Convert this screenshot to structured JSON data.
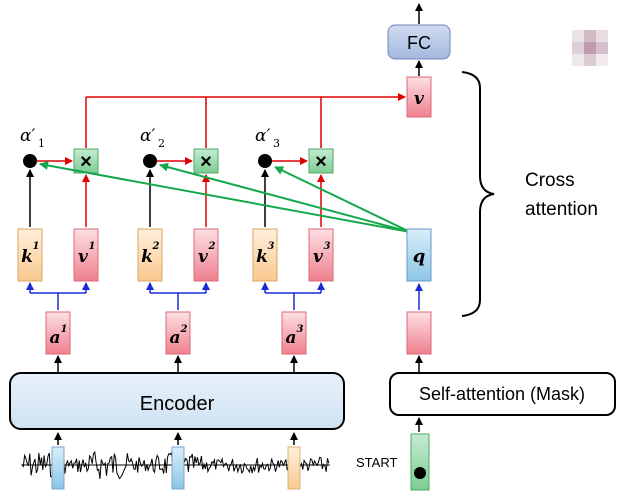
{
  "blocks": {
    "fc": "FC",
    "encoder": "Encoder",
    "self_attention": "Self-attention (Mask)"
  },
  "annotation": {
    "line1": "Cross",
    "line2": "attention"
  },
  "input": {
    "start": "START"
  },
  "nodes": {
    "a": [
      "a",
      "a",
      "a"
    ],
    "k": [
      "k",
      "k",
      "k"
    ],
    "v": [
      "v",
      "v",
      "v"
    ],
    "sup": [
      "1",
      "2",
      "3"
    ],
    "alpha": "α′",
    "alpha_sub": [
      "1",
      "2",
      "3"
    ],
    "multiply": "×",
    "q": "q",
    "v_out": "v"
  },
  "colors": {
    "pink_box": "#f28a97",
    "orange_box": "#fbd3a3",
    "blue_box": "#a8d4ea",
    "green_box": "#8fd1a3",
    "encoder_fill": "#dbe9f6",
    "fc_fill": "#b4c7e7",
    "red_line": "#e00000",
    "green_line": "#13a84b",
    "blue_line": "#1a2bd6"
  }
}
